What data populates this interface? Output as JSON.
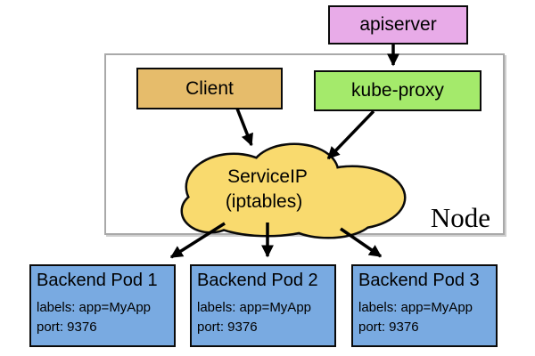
{
  "diagram": {
    "apiserver": {
      "label": "apiserver"
    },
    "client": {
      "label": "Client"
    },
    "kube_proxy": {
      "label": "kube-proxy"
    },
    "service_cloud": {
      "line1": "ServiceIP",
      "line2": "(iptables)"
    },
    "node": {
      "label": "Node"
    },
    "pods": [
      {
        "title": "Backend Pod 1",
        "labels": "labels: app=MyApp",
        "port": "port: 9376"
      },
      {
        "title": "Backend Pod 2",
        "labels": "labels: app=MyApp",
        "port": "port: 9376"
      },
      {
        "title": "Backend Pod 3",
        "labels": "labels: app=MyApp",
        "port": "port: 9376"
      }
    ],
    "edges": [
      {
        "from": "apiserver",
        "to": "kube-proxy"
      },
      {
        "from": "Client",
        "to": "ServiceIP (iptables)"
      },
      {
        "from": "kube-proxy",
        "to": "ServiceIP (iptables)"
      },
      {
        "from": "ServiceIP (iptables)",
        "to": "Backend Pod 1"
      },
      {
        "from": "ServiceIP (iptables)",
        "to": "Backend Pod 2"
      },
      {
        "from": "ServiceIP (iptables)",
        "to": "Backend Pod 3"
      }
    ]
  },
  "colors": {
    "apiserver_fill": "#E8ABE8",
    "kube_proxy_fill": "#A4EA6B",
    "client_fill": "#E6BC6B",
    "cloud_fill": "#F9DA6E",
    "pod_fill": "#79AAE1",
    "node_border": "#A9A9A9",
    "box_border": "#0A0A0A",
    "arrow": "#000000",
    "background": "#FFFFFF"
  }
}
